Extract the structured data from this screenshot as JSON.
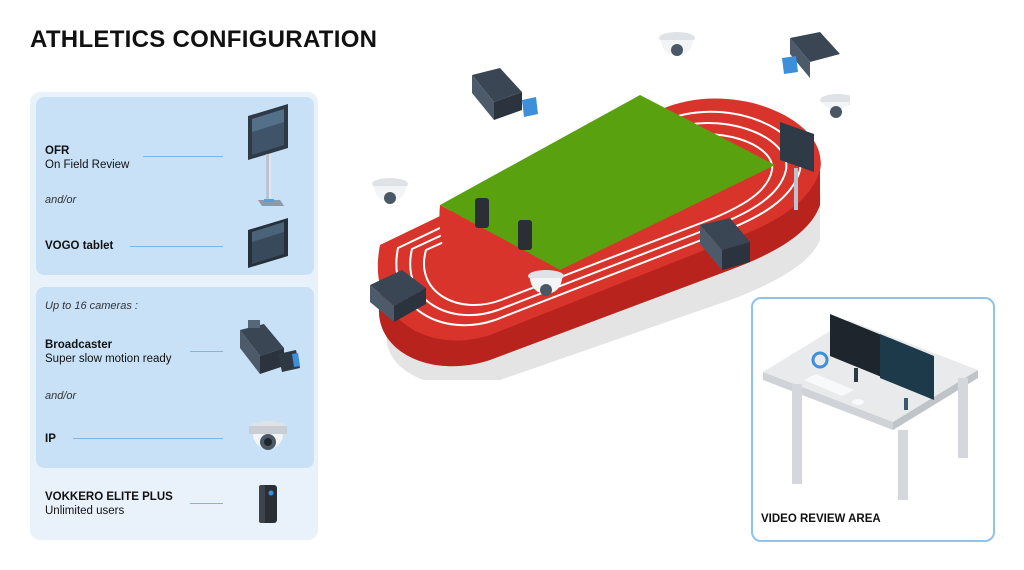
{
  "title": "ATHLETICS CONFIGURATION",
  "legend": {
    "ofr": {
      "name": "OFR",
      "desc": "On Field Review"
    },
    "and_or_1": "and/or",
    "tablet": {
      "name": "VOGO tablet"
    },
    "cameras_heading": "Up to 16 cameras :",
    "broadcaster": {
      "name": "Broadcaster",
      "desc": "Super slow motion ready"
    },
    "and_or_2": "and/or",
    "ip": {
      "name": "IP"
    },
    "vokkero": {
      "name": "VOKKERO ELITE PLUS",
      "desc": "Unlimited users"
    }
  },
  "review_area": {
    "label": "VIDEO REVIEW AREA"
  },
  "colors": {
    "track": "#d9342b",
    "track_side": "#b8231d",
    "field": "#5aa10f",
    "base": "#e4e4e4",
    "panel_outer": "#e9f2fb",
    "panel": "#c8e1f7",
    "accent": "#8ec3ee"
  },
  "icons": [
    "monitor-stand-icon",
    "tablet-icon",
    "broadcast-camera-icon",
    "dome-camera-icon",
    "radio-device-icon",
    "desk-monitors-icon"
  ]
}
